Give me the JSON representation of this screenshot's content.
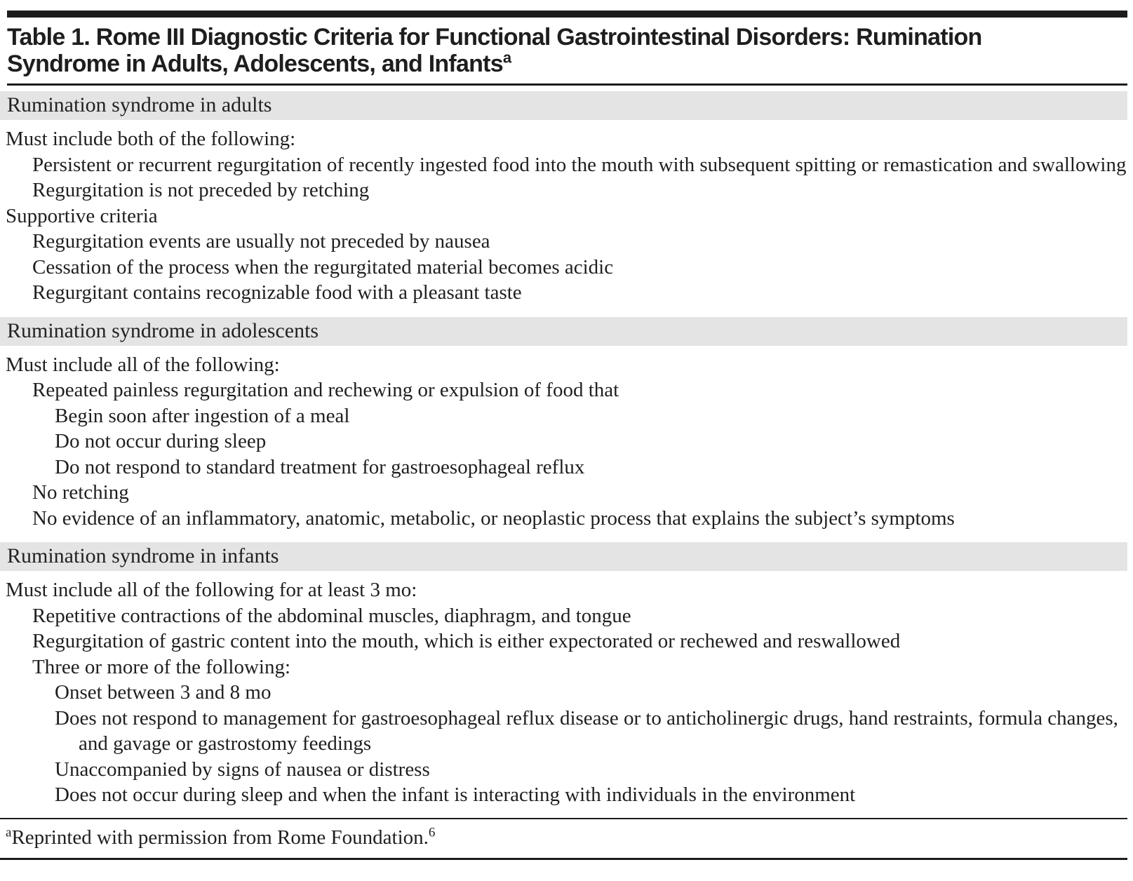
{
  "header": {
    "title_line1": "Table 1. Rome III Diagnostic Criteria for Functional Gastrointestinal Disorders: Rumination",
    "title_line2": "Syndrome in Adults, Adolescents, and Infants",
    "title_superscript": "a"
  },
  "colors": {
    "ink": "#1c1c1c",
    "section_band": "#e4e4e4",
    "background": "#ffffff"
  },
  "sections": [
    {
      "header": "Rumination syndrome in adults",
      "rows": [
        {
          "indent": 0,
          "text": "Must include both of the following:"
        },
        {
          "indent": 1,
          "text": "Persistent or recurrent regurgitation of recently ingested food into the mouth with subsequent spitting or remastication and swallowing"
        },
        {
          "indent": 1,
          "text": "Regurgitation is not preceded by retching"
        },
        {
          "indent": 0,
          "text": "Supportive criteria"
        },
        {
          "indent": 1,
          "text": "Regurgitation events are usually not preceded by nausea"
        },
        {
          "indent": 1,
          "text": "Cessation of the process when the regurgitated material becomes acidic"
        },
        {
          "indent": 1,
          "text": "Regurgitant contains recognizable food with a pleasant taste"
        }
      ]
    },
    {
      "header": "Rumination syndrome in adolescents",
      "rows": [
        {
          "indent": 0,
          "text": "Must include all of the following:"
        },
        {
          "indent": 1,
          "text": "Repeated painless regurgitation and rechewing or expulsion of food that"
        },
        {
          "indent": 2,
          "text": "Begin soon after ingestion of a meal"
        },
        {
          "indent": 2,
          "text": "Do not occur during sleep"
        },
        {
          "indent": 2,
          "text": "Do not respond to standard treatment for gastroesophageal reflux"
        },
        {
          "indent": 1,
          "text": "No retching"
        },
        {
          "indent": 1,
          "text": "No evidence of an inflammatory, anatomic, metabolic, or neoplastic process that explains the subject’s symptoms"
        }
      ]
    },
    {
      "header": "Rumination syndrome in infants",
      "rows": [
        {
          "indent": 0,
          "text": "Must include all of the following for at least 3 mo:"
        },
        {
          "indent": 1,
          "text": "Repetitive contractions of the abdominal muscles, diaphragm, and tongue"
        },
        {
          "indent": 1,
          "text": "Regurgitation of gastric content into the mouth, which is either expectorated or rechewed and reswallowed"
        },
        {
          "indent": 1,
          "text": "Three or more of the following:"
        },
        {
          "indent": 2,
          "text": "Onset between 3 and 8 mo"
        },
        {
          "indent": 2,
          "text": "Does not respond to management for gastroesophageal reflux disease or to anticholinergic drugs, hand restraints, formula changes, and gavage or gastrostomy feedings"
        },
        {
          "indent": 2,
          "text": "Unaccompanied by signs of nausea or distress"
        },
        {
          "indent": 2,
          "text": "Does not occur during sleep and when the infant is interacting with individuals in the environment"
        }
      ]
    }
  ],
  "footnote": {
    "marker": "a",
    "text": "Reprinted with permission from Rome Foundation.",
    "reference": "6"
  }
}
